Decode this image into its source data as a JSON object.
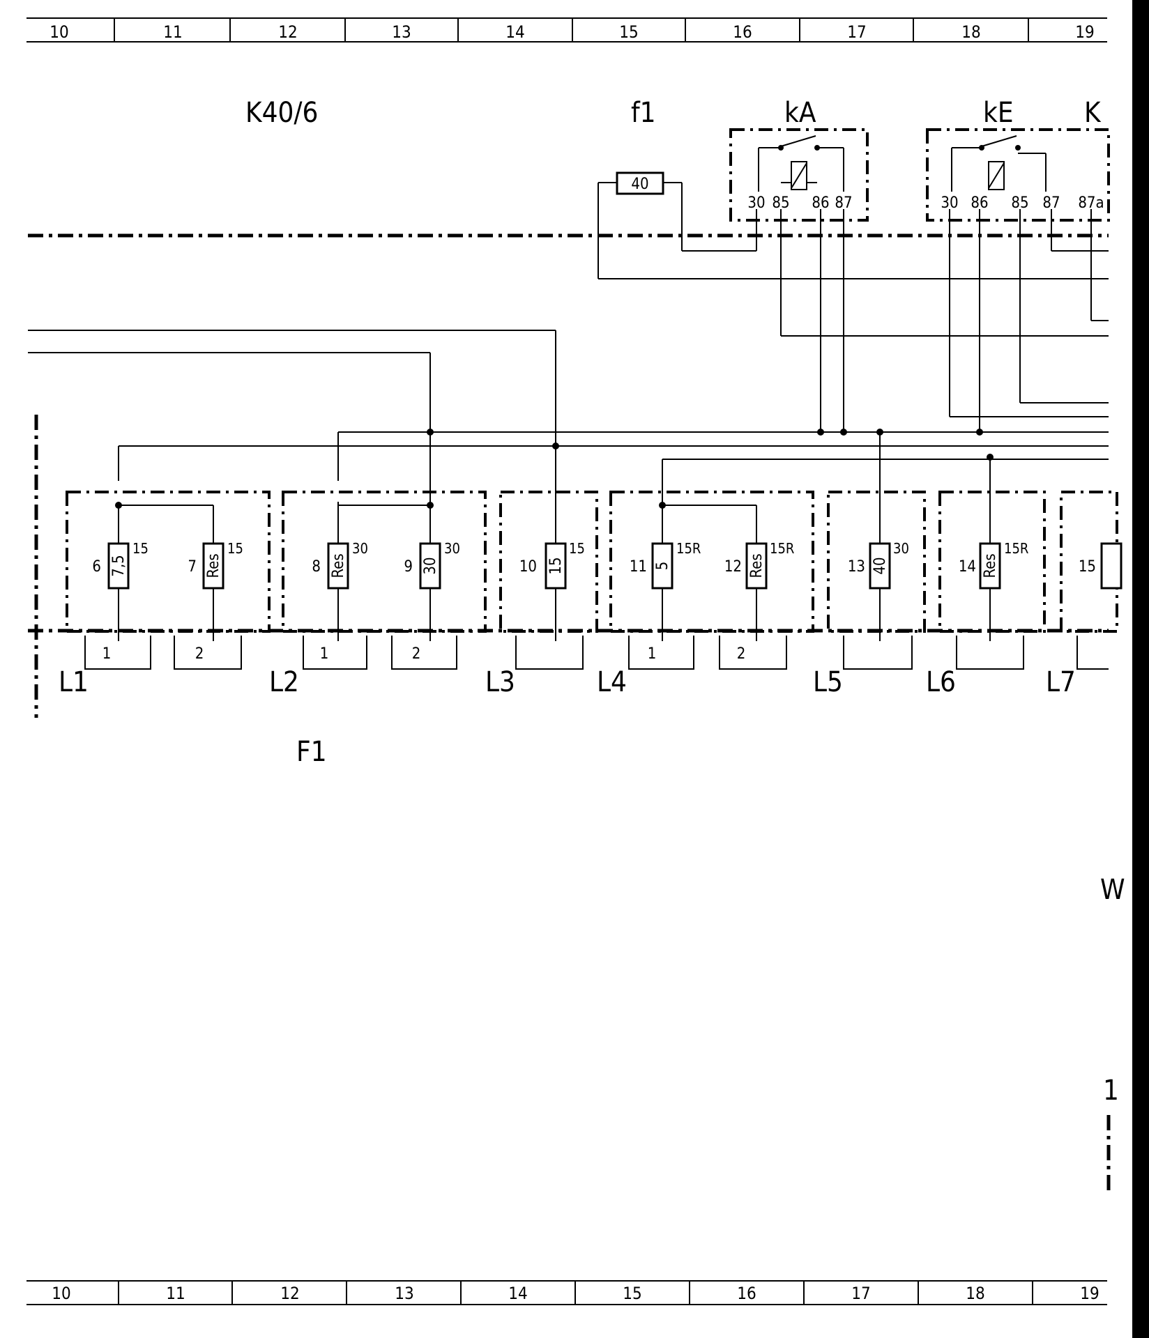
{
  "ruler": {
    "labels": [
      "10",
      "11",
      "12",
      "13",
      "14",
      "15",
      "16",
      "17",
      "18",
      "19"
    ]
  },
  "components": {
    "K40_6": "K40/6",
    "f1_small": "f1",
    "kA": "kA",
    "kE": "kE",
    "K_cut": "K",
    "F1_bottom": "F1",
    "fuse_f1": "40"
  },
  "relay_pins": {
    "kA": [
      "30",
      "85",
      "86",
      "87"
    ],
    "kE": [
      "30",
      "86",
      "85",
      "87",
      "87a"
    ]
  },
  "fuse_blocks": [
    {
      "id": "L1",
      "items": [
        {
          "num": "6",
          "val": "7,5",
          "term": "15",
          "plug": "1"
        },
        {
          "num": "7",
          "val": "Res",
          "term": "15",
          "plug": "2"
        }
      ]
    },
    {
      "id": "L2",
      "items": [
        {
          "num": "8",
          "val": "Res",
          "term": "30",
          "plug": "1"
        },
        {
          "num": "9",
          "val": "30",
          "term": "30",
          "plug": "2"
        }
      ]
    },
    {
      "id": "L3",
      "items": [
        {
          "num": "10",
          "val": "15",
          "term": "15",
          "plug": ""
        }
      ]
    },
    {
      "id": "L4",
      "items": [
        {
          "num": "11",
          "val": "5",
          "term": "15R",
          "plug": "1"
        },
        {
          "num": "12",
          "val": "Res",
          "term": "15R",
          "plug": "2"
        }
      ]
    },
    {
      "id": "L5",
      "items": [
        {
          "num": "13",
          "val": "40",
          "term": "30",
          "plug": ""
        }
      ]
    },
    {
      "id": "L6",
      "items": [
        {
          "num": "14",
          "val": "Res",
          "term": "15R",
          "plug": ""
        }
      ]
    },
    {
      "id": "L7",
      "items": [
        {
          "num": "15",
          "val": "",
          "term": "",
          "plug": ""
        }
      ]
    }
  ],
  "edge_fragments": {
    "w": "W",
    "one": "1"
  }
}
